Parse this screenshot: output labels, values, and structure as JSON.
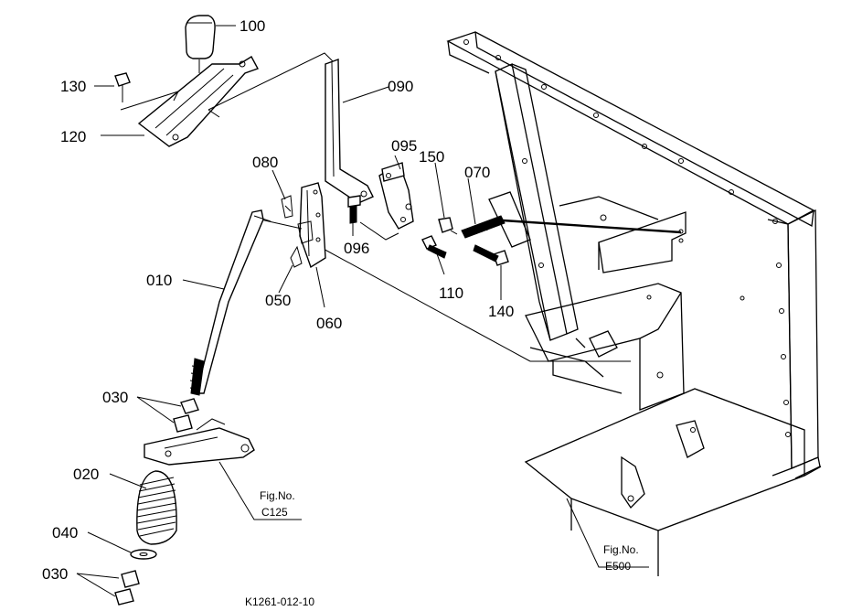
{
  "callouts": {
    "c100": "100",
    "c130": "130",
    "c120": "120",
    "c090": "090",
    "c080": "080",
    "c095": "095",
    "c150": "150",
    "c070": "070",
    "c096": "096",
    "c010": "010",
    "c050": "050",
    "c110": "110",
    "c060": "060",
    "c140": "140",
    "c030_top": "030",
    "c020": "020",
    "c040": "040",
    "c030_bottom": "030"
  },
  "figure_refs": {
    "ref1_prefix": "Fig.No.",
    "ref1_number": "C125",
    "ref2_prefix": "Fig.No.",
    "ref2_number": "E500"
  },
  "drawing_code": "K1261-012-10"
}
